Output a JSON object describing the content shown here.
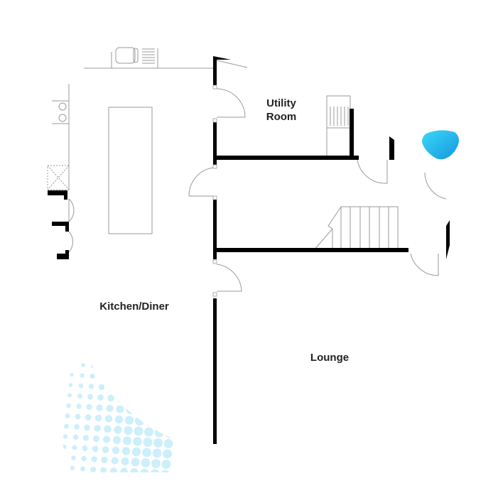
{
  "rooms": {
    "utility": {
      "line1": "Utility",
      "line2": "Room"
    },
    "kitchen": "Kitchen/Diner",
    "lounge": "Lounge"
  },
  "colors": {
    "wall": "#000000",
    "fixture": "#9a9a9a",
    "blob_start": "#3ad9f7",
    "blob_end": "#1696df",
    "dots": "#cdeffa"
  }
}
